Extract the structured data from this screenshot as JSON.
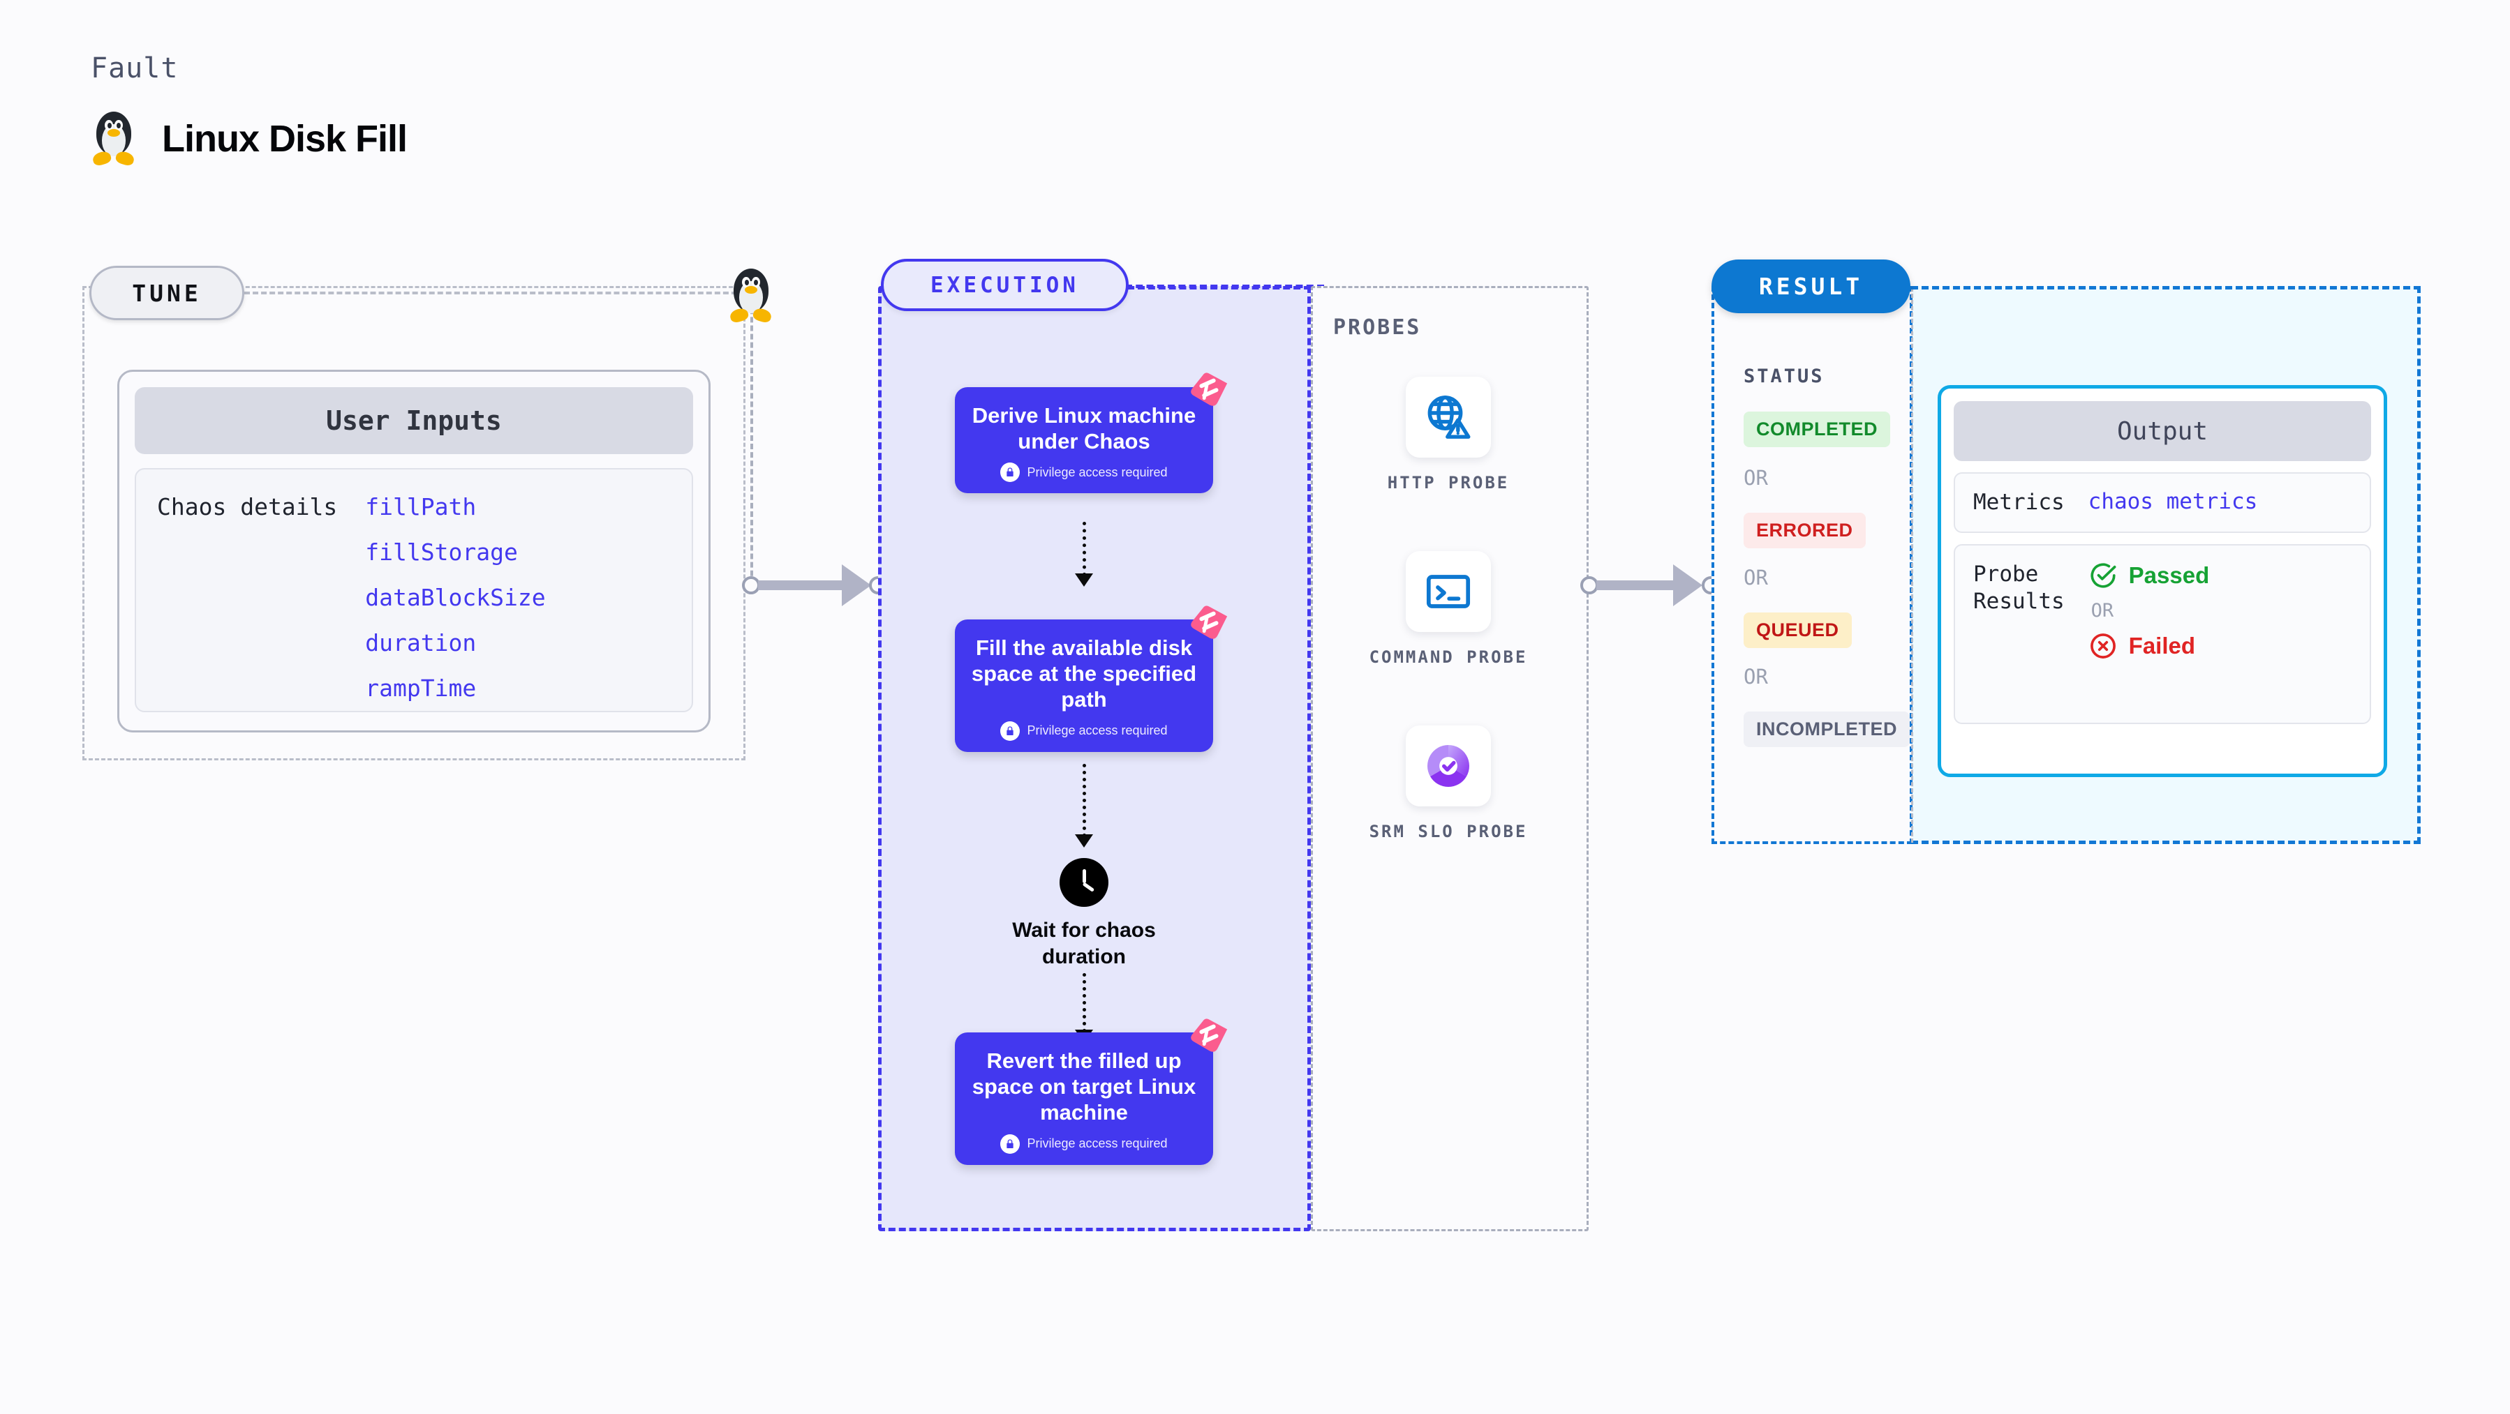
{
  "header": {
    "eyebrow": "Fault",
    "title": "Linux Disk Fill",
    "icon": "linux-penguin-icon"
  },
  "tune": {
    "pill_label": "TUNE",
    "card_title": "User Inputs",
    "details_label": "Chaos details",
    "params": [
      "fillPath",
      "fillStorage",
      "dataBlockSize",
      "duration",
      "rampTime"
    ]
  },
  "execution": {
    "pill_label": "EXECUTION",
    "steps": [
      {
        "title": "Derive Linux machine under Chaos",
        "privilege": "Privilege access required",
        "badge": "chaos-flag-icon"
      },
      {
        "title": "Fill the available disk space at the specified path",
        "privilege": "Privilege access required",
        "badge": "chaos-flag-icon"
      },
      {
        "title": "Revert the filled up space on target Linux machine",
        "privilege": "Privilege access required",
        "badge": "chaos-flag-icon"
      }
    ],
    "wait": {
      "icon": "clock-icon",
      "label": "Wait for chaos duration"
    }
  },
  "probes": {
    "section_label": "PROBES",
    "items": [
      {
        "name": "HTTP PROBE",
        "icon": "globe-warning-icon"
      },
      {
        "name": "COMMAND PROBE",
        "icon": "terminal-icon"
      },
      {
        "name": "SRM SLO PROBE",
        "icon": "slo-donut-check-icon"
      }
    ]
  },
  "result": {
    "pill_label": "RESULT",
    "status_label": "STATUS",
    "or_label": "OR",
    "statuses": [
      {
        "label": "COMPLETED",
        "bg": "#dcf5dd",
        "fg": "#128a2b"
      },
      {
        "label": "ERRORED",
        "bg": "#fdeaea",
        "fg": "#cf1f1f"
      },
      {
        "label": "QUEUED",
        "bg": "#fdefc8",
        "fg": "#c01616"
      },
      {
        "label": "INCOMPLETED",
        "bg": "#eff0f5",
        "fg": "#5a6076"
      }
    ],
    "output": {
      "title": "Output",
      "metrics_key": "Metrics",
      "metrics_value": "chaos metrics",
      "probe_results_key": "Probe\nResults",
      "passed_label": "Passed",
      "failed_label": "Failed",
      "or_label": "OR",
      "passed_icon": "check-circle-icon",
      "failed_icon": "x-circle-icon"
    }
  },
  "colors": {
    "accent_purple": "#4338ef",
    "accent_blue": "#0d78d1",
    "accent_cyan": "#0fa9e6",
    "flag_pink": "#fb5c8e",
    "pass_green": "#16a234",
    "fail_red": "#e02424"
  }
}
